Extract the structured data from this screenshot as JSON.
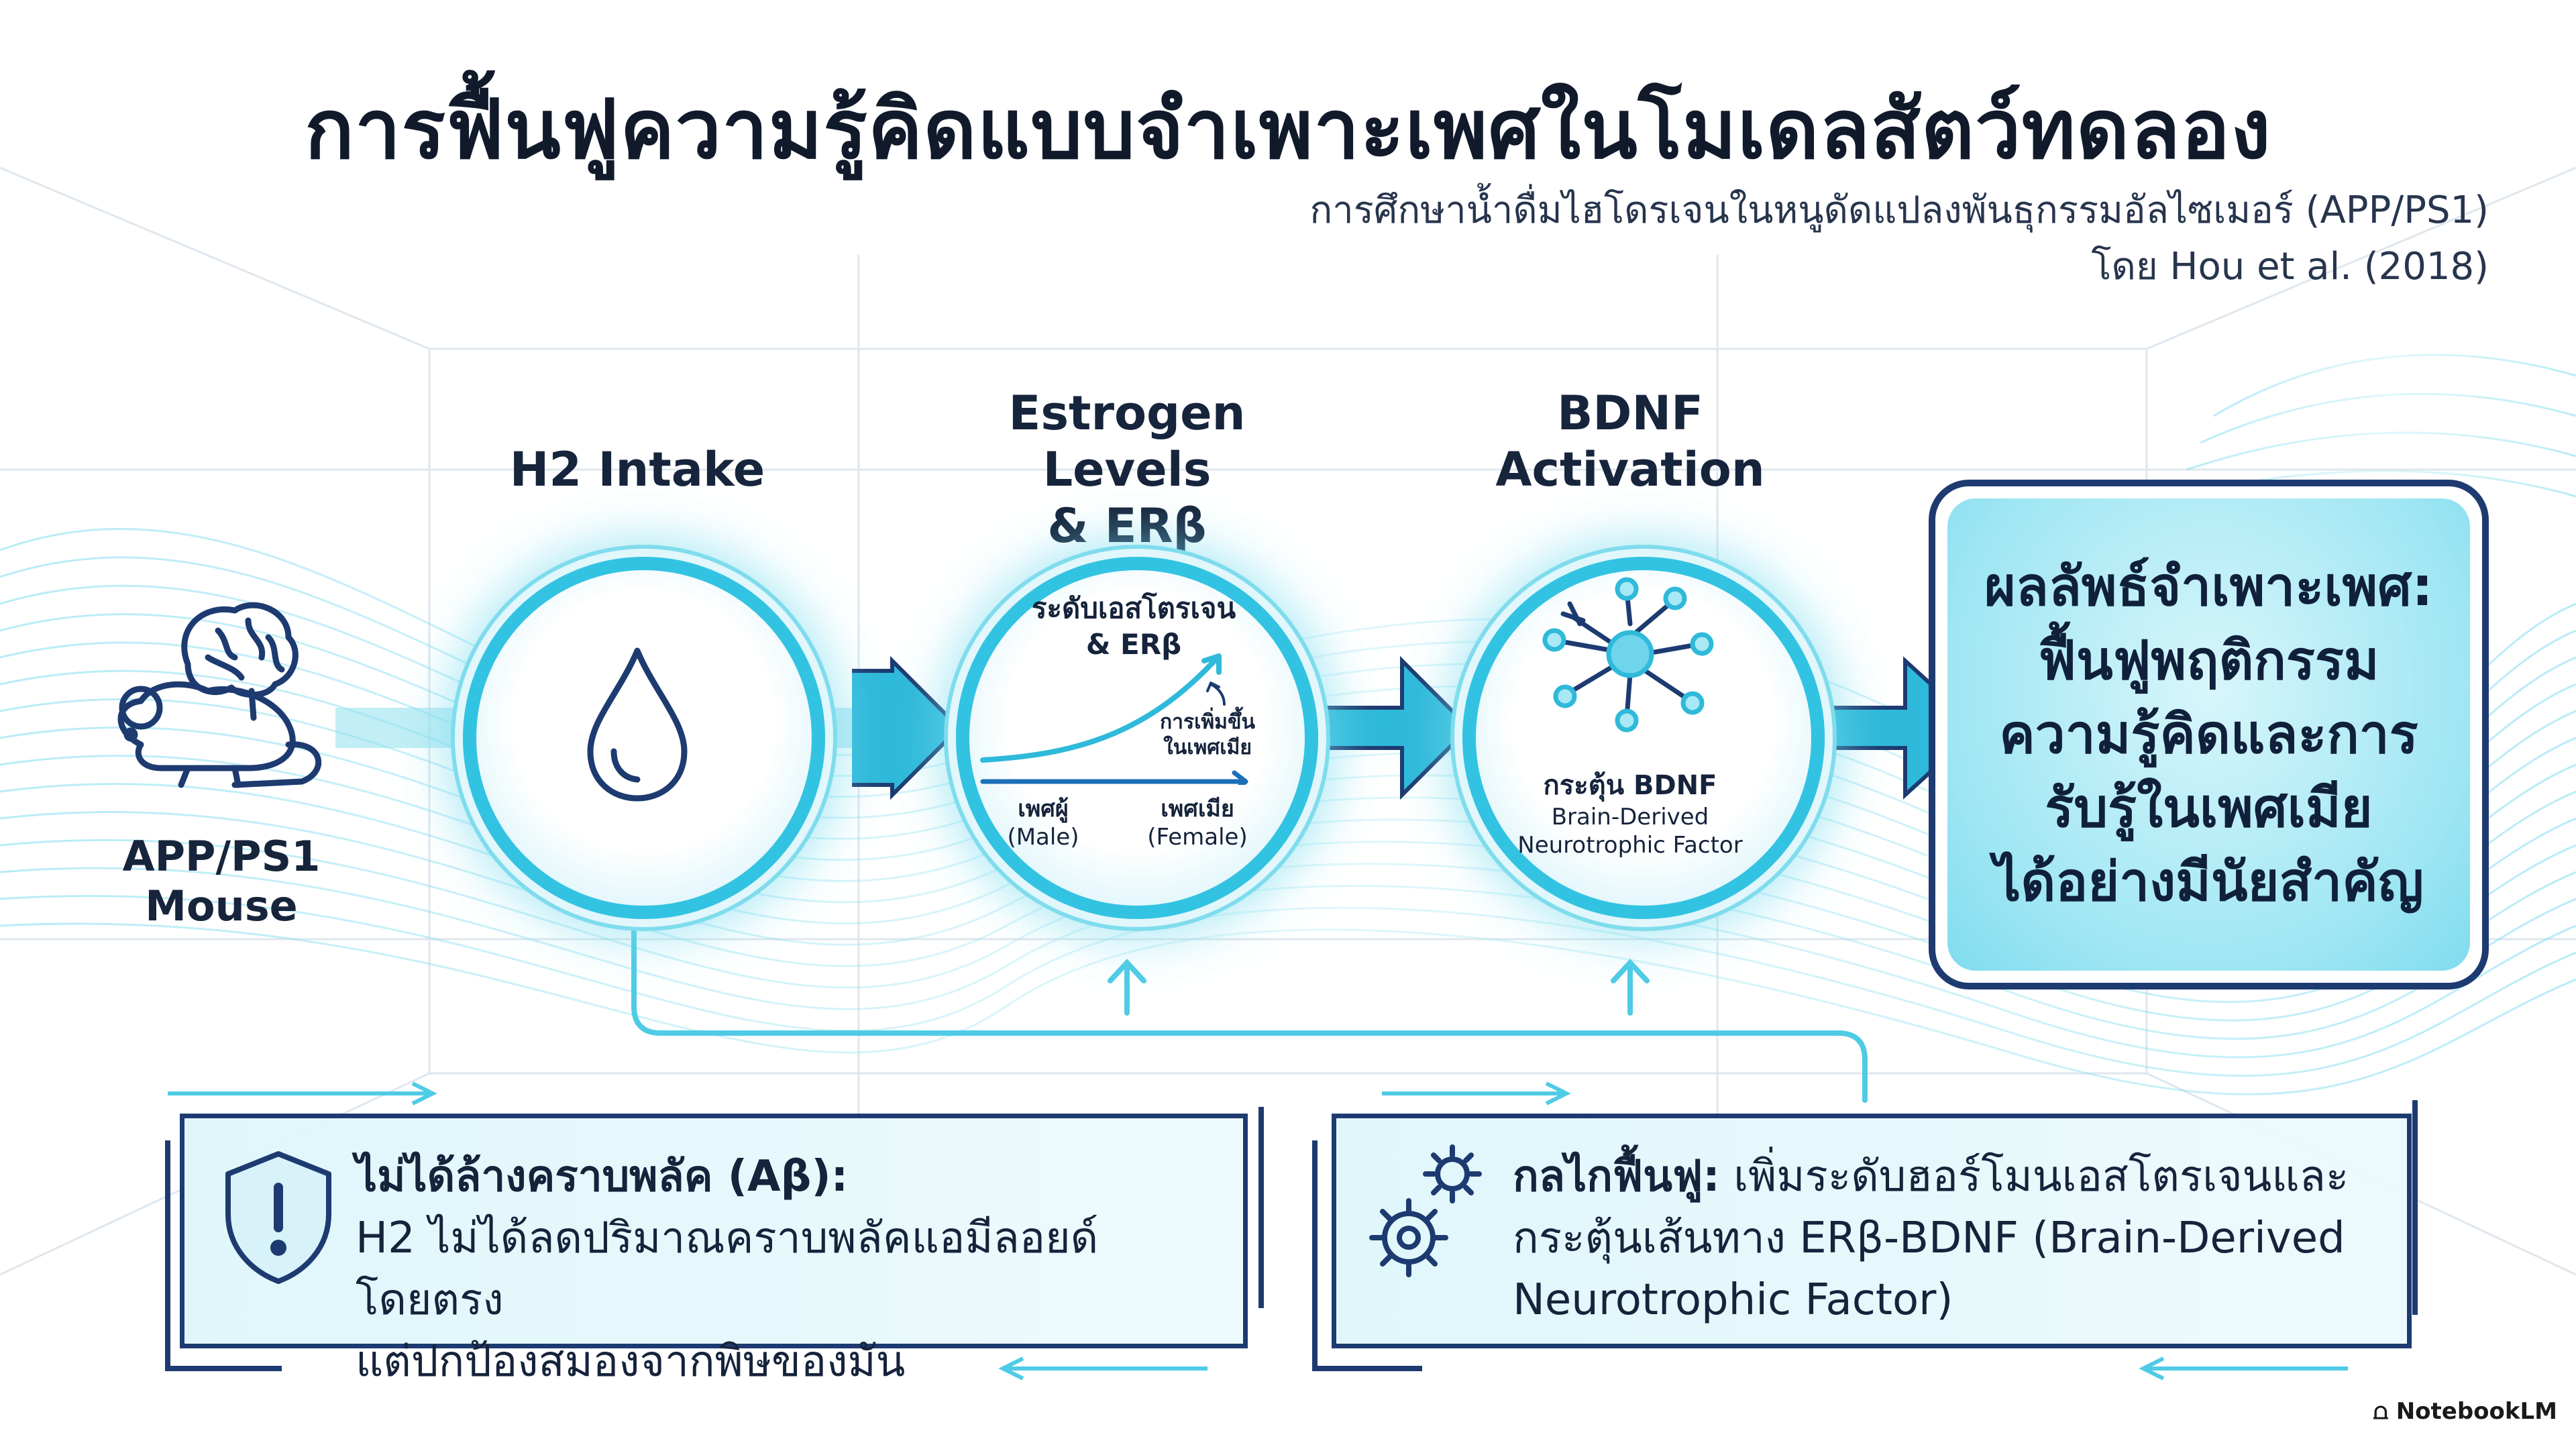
{
  "title": "การฟื้นฟูความรู้คิดแบบจำเพาะเพศในโมเดลสัตว์ทดลอง",
  "subtitle": {
    "line1": "การศึกษาน้ำดื่มไฮโดรเจนในหนูดัดแปลงพันธุกรรมอัลไซเมอร์ (APP/PS1)",
    "line2": "โดย Hou et al. (2018)"
  },
  "mouse": {
    "line1": "APP/PS1",
    "line2": "Mouse",
    "icon": "mouse-brain-icon"
  },
  "stages": [
    {
      "title_line1": "H2 Intake",
      "icon": "water-drop-icon"
    },
    {
      "title_line1": "Estrogen Levels",
      "title_line2": "& ERβ",
      "inner_title_line1": "ระดับเอสโตรเจน",
      "inner_title_line2": "& ERβ",
      "increase_note_line1": "การเพิ่มขึ้น",
      "increase_note_line2": "ในเพศเมีย",
      "male_th": "เพศผู้",
      "male_en": "(Male)",
      "female_th": "เพศเมีย",
      "female_en": "(Female)",
      "chart_icon": "rising-curve-icon"
    },
    {
      "title_line1": "BDNF",
      "title_line2": "Activation",
      "inner_title": "กระตุ้น BDNF",
      "inner_sub_line1": "Brain-Derived",
      "inner_sub_line2": "Neurotrophic Factor",
      "icon": "neuron-icon"
    }
  ],
  "result": {
    "line1": "ผลลัพธ์จำเพาะเพศ:",
    "line2": "ฟื้นฟูพฤติกรรม",
    "line3": "ความรู้คิดและการ",
    "line4": "รับรู้ในเพศเมีย",
    "line5": "ได้อย่างมีนัยสำคัญ"
  },
  "info_left": {
    "heading": "ไม่ได้ล้างคราบพลัค (Aβ):",
    "line2": "H2 ไม่ได้ลดปริมาณคราบพลัคแอมีลอยด์โดยตรง",
    "line3": "แต่ปกป้องสมองจากพิษของมัน",
    "icon": "shield-alert-icon"
  },
  "info_right": {
    "heading": "กลไกฟื้นฟู:",
    "line1_rest": " เพิ่มระดับฮอร์โมนเอสโตรเจนและ",
    "line2": "กระตุ้นเส้นทาง ERβ-BDNF (Brain-Derived",
    "line3": "Neurotrophic Factor)",
    "icon": "gears-icon"
  },
  "brand": "NotebookLM",
  "colors": {
    "accent": "#33c3e2",
    "navy": "#1d3b70",
    "light_cyan": "#bfeef7",
    "text": "#15233b"
  }
}
